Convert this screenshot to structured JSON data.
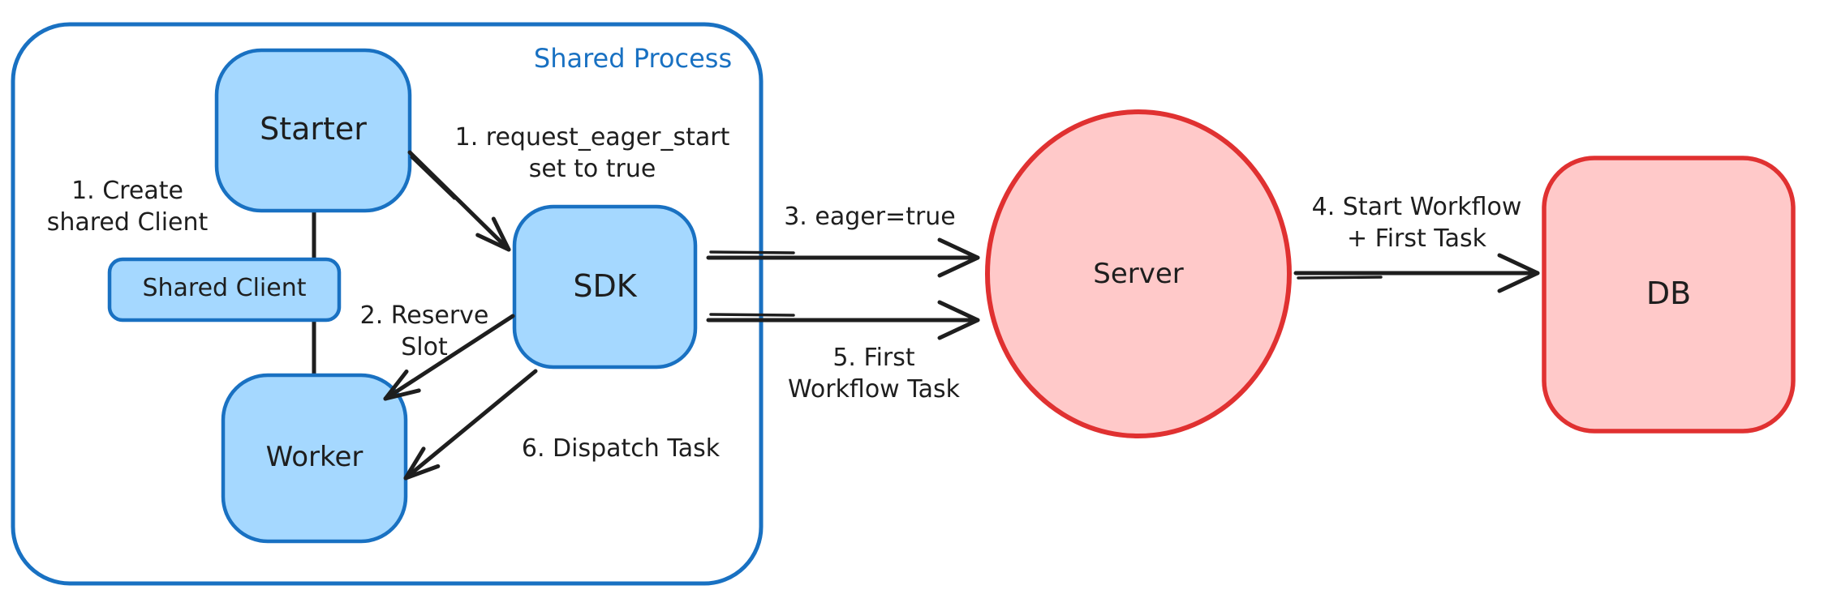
{
  "diagram": {
    "container": {
      "label": "Shared Process"
    },
    "nodes": {
      "starter": {
        "label": "Starter"
      },
      "shared_client": {
        "label": "Shared Client"
      },
      "worker": {
        "label": "Worker"
      },
      "sdk": {
        "label": "SDK"
      },
      "server": {
        "label": "Server"
      },
      "db": {
        "label": "DB"
      }
    },
    "annotations": {
      "create_shared_client": {
        "line1": "1. Create",
        "line2": "shared Client"
      },
      "request_eager_start": {
        "line1": "1. request_eager_start",
        "line2": "set to true"
      },
      "reserve_slot": {
        "line1": "2. Reserve",
        "line2": "Slot"
      },
      "eager_true": {
        "text": "3. eager=true"
      },
      "start_workflow": {
        "line1": "4. Start Workflow",
        "line2": "+ First Task"
      },
      "first_workflow_task": {
        "line1": "5. First",
        "line2": "Workflow Task"
      },
      "dispatch_task": {
        "text": "6. Dispatch Task"
      }
    },
    "colors": {
      "blue_stroke": "#1971c2",
      "blue_fill": "#a5d8ff",
      "red_stroke": "#e03131",
      "red_fill": "#ffc9c9",
      "ink": "#1e1e1e",
      "background": "#ffffff"
    }
  }
}
